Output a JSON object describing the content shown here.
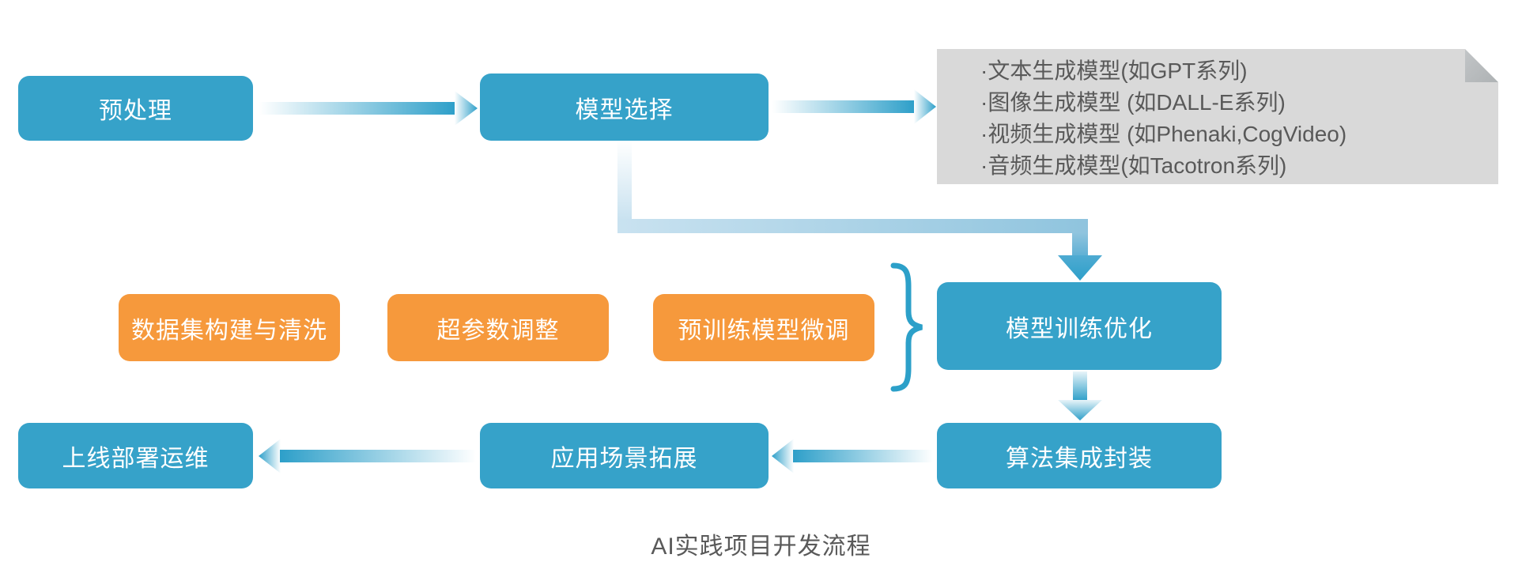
{
  "diagram": {
    "caption": "AI实践项目开发流程",
    "nodes": {
      "preprocess": "预处理",
      "model_select": "模型选择",
      "train": "模型训练优化",
      "package": "算法集成封装",
      "apply": "应用场景拓展",
      "deploy": "上线部署运维"
    },
    "factors": [
      "数据集构建与清洗",
      "超参数调整",
      "预训练模型微调"
    ],
    "note_lines": [
      "·文本生成模型(如GPT系列)",
      "·图像生成模型 (如DALL-E系列)",
      "·视频生成模型 (如Phenaki,CogVideo)",
      "·音频生成模型(如Tacotron系列)"
    ]
  },
  "colors": {
    "blue": "#36a2c9",
    "orange": "#f6993c",
    "arrow_blue": "#2d9fc9",
    "note_bg": "#d9d9d9",
    "note_fold": "#aeb2b4",
    "text_gray": "#595959",
    "box_text": "#ffffff"
  }
}
